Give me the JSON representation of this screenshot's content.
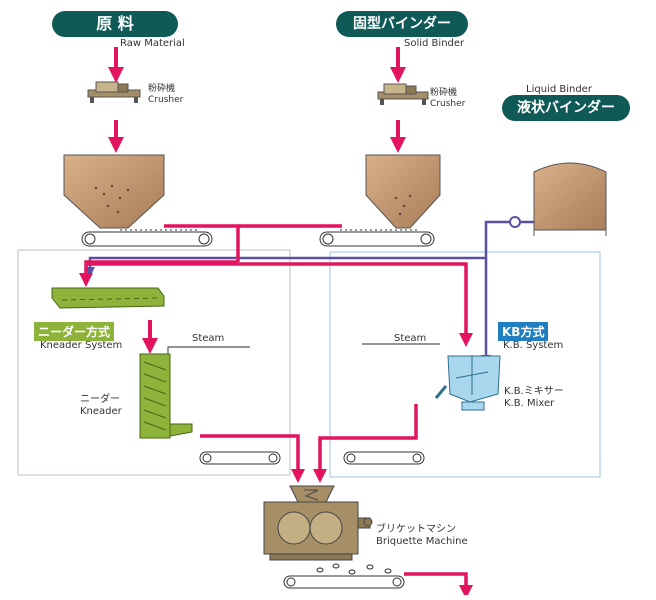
{
  "raw_material": {
    "jp": "原 料",
    "en": "Raw Material"
  },
  "solid_binder": {
    "jp": "固型バインダー",
    "en": "Solid Binder"
  },
  "liquid_binder": {
    "jp": "液状バインダー",
    "en": "Liquid Binder"
  },
  "crusher": {
    "jp": "粉砕機",
    "en": "Crusher"
  },
  "kneader_system": {
    "jp": "ニーダー方式",
    "en": "Kneader System"
  },
  "kneader": {
    "jp": "ニーダー",
    "en": "Kneader"
  },
  "kb_system": {
    "jp": "KB方式",
    "en": "K.B. System"
  },
  "kb_mixer": {
    "jp": "K.B.ミキサー",
    "en": "K.B. Mixer"
  },
  "steam": "Steam",
  "briquette_machine": {
    "jp": "ブリケットマシン",
    "en": "Briquette Machine"
  },
  "colors": {
    "flow": "#e3145f",
    "liquid_flow": "#5a4fa3",
    "pill": "#0f5a57",
    "kneader": "#8db33a",
    "mixer": "#a9d8ee",
    "kb_tag": "#1f7fc0",
    "hopper": "#c49a72",
    "machine": "#a68f66"
  }
}
